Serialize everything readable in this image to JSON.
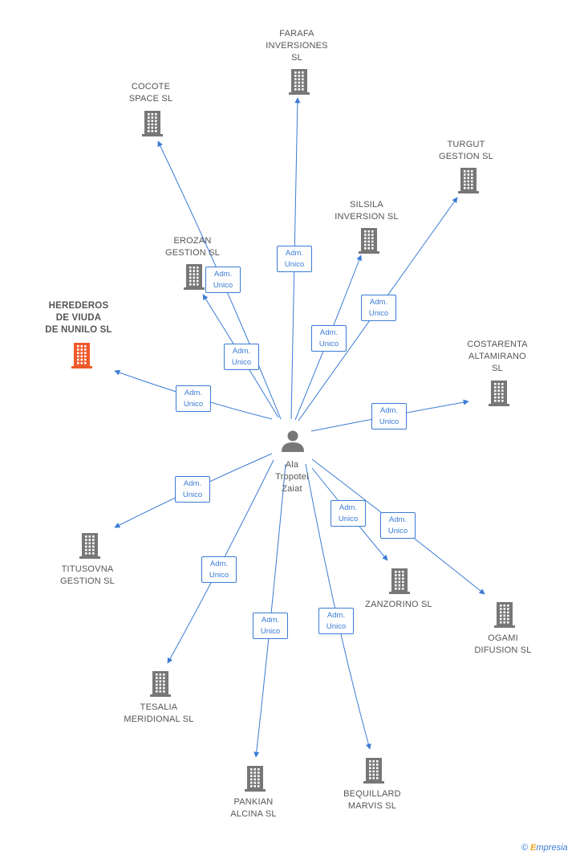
{
  "center": {
    "id": "person",
    "label": "Ala\nTropotel\nZaiat"
  },
  "edge_label": {
    "line1": "Adm.",
    "line2": "Unico"
  },
  "nodes": [
    {
      "id": "farafa",
      "label": "FARAFA\nINVERSIONES\nSL",
      "highlight": false
    },
    {
      "id": "cocote",
      "label": "COCOTE\nSPACE SL",
      "highlight": false
    },
    {
      "id": "turgut",
      "label": "TURGUT\nGESTION  SL",
      "highlight": false
    },
    {
      "id": "silsila",
      "label": "SILSILA\nINVERSION  SL",
      "highlight": false
    },
    {
      "id": "erozan",
      "label": "EROZAN\nGESTION  SL",
      "highlight": false
    },
    {
      "id": "herederos",
      "label": "HEREDEROS\nDE VIUDA\nDE NUNILO  SL",
      "highlight": true
    },
    {
      "id": "costarenta",
      "label": "COSTARENTA\nALTAMIRANO\nSL",
      "highlight": false
    },
    {
      "id": "titusovna",
      "label": "TITUSOVNA\nGESTION SL",
      "highlight": false
    },
    {
      "id": "zanzorino",
      "label": "ZANZORINO  SL",
      "highlight": false
    },
    {
      "id": "ogami",
      "label": "OGAMI\nDIFUSION  SL",
      "highlight": false
    },
    {
      "id": "tesalia",
      "label": "TESALIA\nMERIDIONAL SL",
      "highlight": false
    },
    {
      "id": "pankian",
      "label": "PANKIAN\nALCINA  SL",
      "highlight": false
    },
    {
      "id": "bequillard",
      "label": "BEQUILLARD\nMARVIS  SL",
      "highlight": false
    }
  ],
  "edges": [
    {
      "from": "person",
      "to": "farafa",
      "label": "Adm. Unico"
    },
    {
      "from": "person",
      "to": "cocote",
      "label": "Adm. Unico"
    },
    {
      "from": "person",
      "to": "turgut",
      "label": "Adm. Unico"
    },
    {
      "from": "person",
      "to": "silsila",
      "label": "Adm. Unico"
    },
    {
      "from": "person",
      "to": "erozan",
      "label": "Adm. Unico"
    },
    {
      "from": "person",
      "to": "herederos",
      "label": "Adm. Unico"
    },
    {
      "from": "person",
      "to": "costarenta",
      "label": "Adm. Unico"
    },
    {
      "from": "person",
      "to": "titusovna",
      "label": "Adm. Unico"
    },
    {
      "from": "person",
      "to": "zanzorino",
      "label": "Adm. Unico"
    },
    {
      "from": "person",
      "to": "ogami",
      "label": "Adm. Unico"
    },
    {
      "from": "person",
      "to": "tesalia",
      "label": "Adm. Unico"
    },
    {
      "from": "person",
      "to": "pankian",
      "label": "Adm. Unico"
    },
    {
      "from": "person",
      "to": "bequillard",
      "label": "Adm. Unico"
    }
  ],
  "colors": {
    "edge": "#3a7bd5",
    "building": "#777777",
    "highlight_building": "#f0592a",
    "person": "#777777"
  },
  "footer": {
    "copyright": "©",
    "brand_first": "E",
    "brand_rest": "mpresia"
  }
}
